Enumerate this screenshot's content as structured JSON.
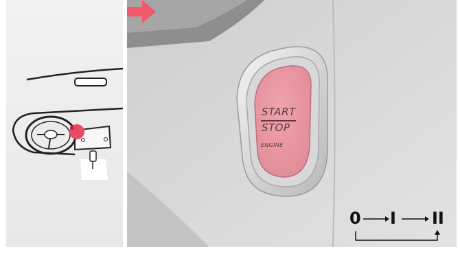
{
  "button": {
    "start_label": "START",
    "stop_label": "STOP",
    "engine_label": "ENGINE",
    "highlight_color": "#e86a78",
    "arrow_color": "#f05a6a"
  },
  "ignition_sequence": {
    "position_off": "0",
    "position_one": "I",
    "position_two": "II"
  },
  "icons": [
    "dashboard-locator-icon",
    "push-arrow-icon",
    "sequence-arrow-icon"
  ]
}
